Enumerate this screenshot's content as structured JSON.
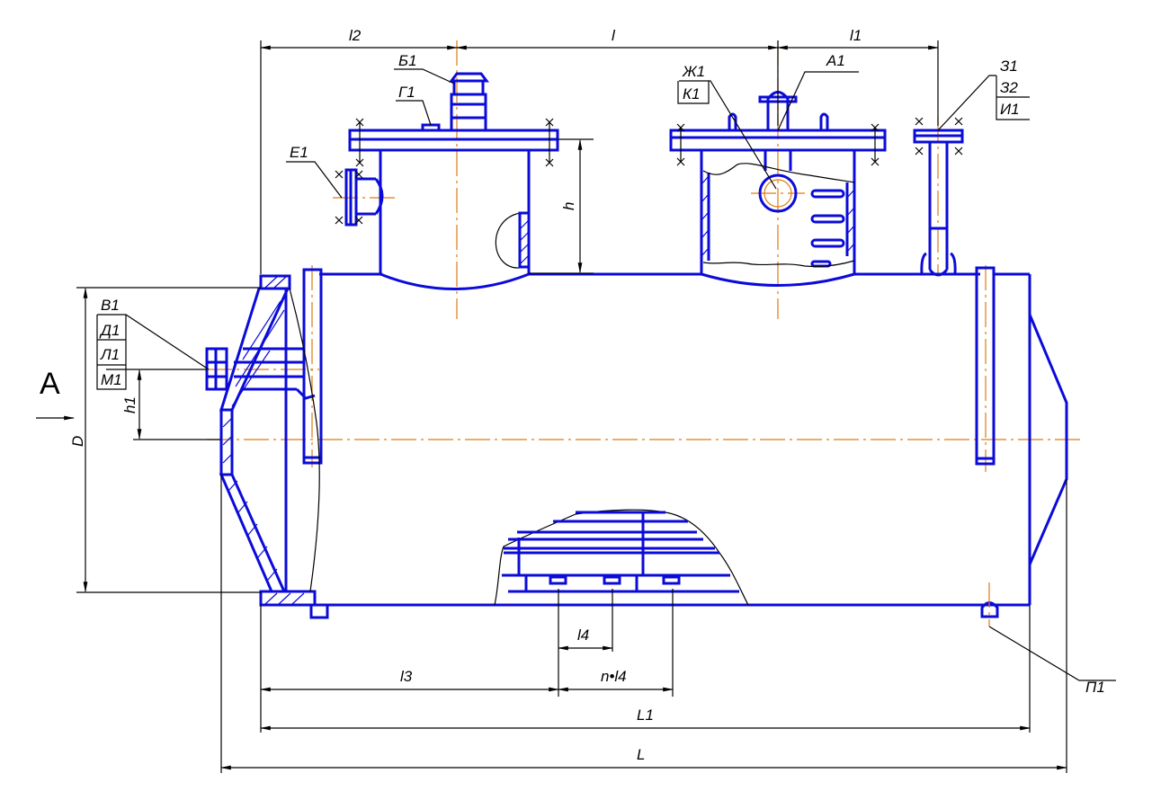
{
  "drawing": {
    "title": "Horizontal tank assembly drawing",
    "view_marker": "A",
    "colors": {
      "outline": "#0b0bd9",
      "centerline": "#e07a10",
      "dimension": "#000000",
      "background": "#ffffff"
    }
  },
  "dimensions": {
    "top": [
      "l2",
      "l",
      "l1"
    ],
    "vertical": {
      "nozzle_height": "h",
      "diameter": "D",
      "inlet_height": "h1"
    },
    "bottom": {
      "support_pitch": "l4",
      "support_offset": "l3",
      "support_span": "n•l4",
      "shell_length": "L1",
      "overall_length": "L"
    }
  },
  "callouts": {
    "b1": "Б1",
    "g1": "Г1",
    "e1": "Е1",
    "zh1": "Ж1",
    "k1": "К1",
    "a1": "А1",
    "z1": "З1",
    "z2": "З2",
    "i1": "И1",
    "v1": "В1",
    "d1": "Д1",
    "l1": "Л1",
    "m1": "М1",
    "p1": "П1"
  }
}
